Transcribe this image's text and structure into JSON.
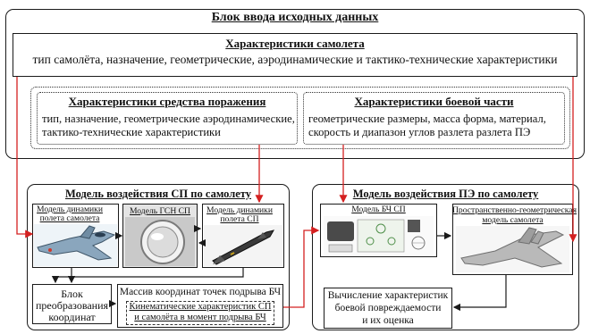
{
  "input_block": {
    "title": "Блок ввода исходных данных",
    "aircraft": {
      "title": "Характеристики самолета",
      "text": "тип самолёта, назначение, геометрические, аэродинамические и тактико-технические характеристики"
    },
    "weapon": {
      "title": "Характеристики средства поражения",
      "line1": "тип, назначение, геометрические аэродинамические,",
      "line2": "тактико-технические характеристики"
    },
    "warhead": {
      "title": "Характеристики боевой части",
      "line1": "геометрические размеры, масса форма, материал,",
      "line2": "скорость и диапазон углов разлета разлета ПЭ"
    }
  },
  "weapon_model": {
    "title": "Модель воздействия СП по самолету",
    "flight_dynamics": {
      "line1": "Модель динамики",
      "line2": "полета самолета"
    },
    "seeker": "Модель ГСН СП",
    "weapon_dynamics": {
      "line1": "Модель динамики",
      "line2": "полета СП"
    },
    "transform": {
      "line1": "Блок",
      "line2": "преобразования",
      "line3": "координат"
    },
    "burst_array": "Массив координат точек подрыва БЧ",
    "kinematic": {
      "line1": "Кинематические характеристик СП",
      "line2": "и самолёта в момент подрыва БЧ"
    }
  },
  "fragment_model": {
    "title": "Модель воздействия ПЭ по самолету",
    "warhead_model": "Модель БЧ СП",
    "spatial": {
      "line1": "Пространственно-геометрическая",
      "line2": "модель самолета"
    },
    "damage": {
      "line1": "Вычисление характеристик",
      "line2": "боевой повреждаемости",
      "line3": "и их оценка"
    }
  },
  "colors": {
    "arrow": "#d42020",
    "line": "#1a1a1a"
  }
}
